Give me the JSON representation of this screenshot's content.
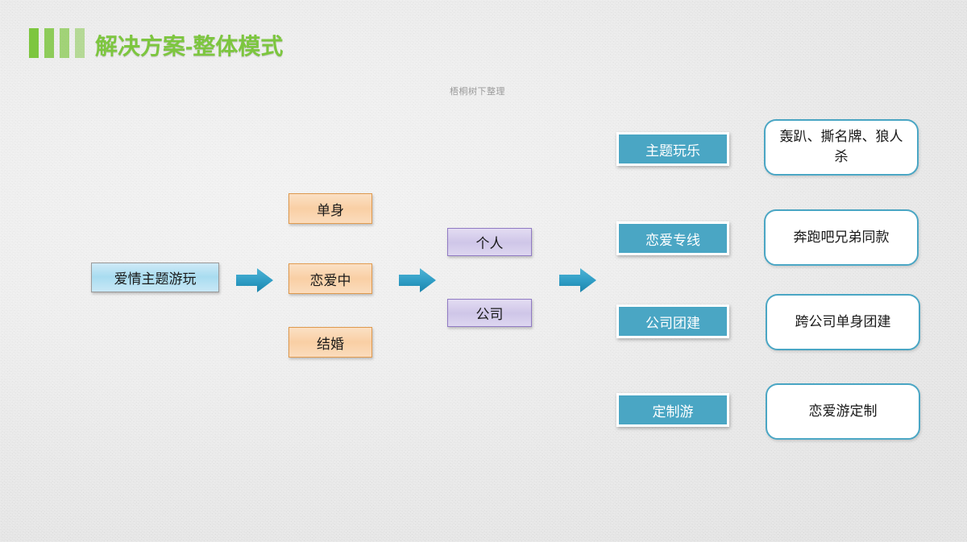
{
  "slide": {
    "title": "解决方案-整体模式",
    "watermark": "梧桐树下整理",
    "accent_green": "#7dc63f",
    "accent_teal": "#4aa6c4",
    "background": "#e9e9e9"
  },
  "flow": {
    "source": {
      "label": "爱情主题游玩",
      "color": "#a8dcf0"
    },
    "stage_status": [
      {
        "label": "单身"
      },
      {
        "label": "恋爱中"
      },
      {
        "label": "结婚"
      }
    ],
    "stage_subject": [
      {
        "label": "个人"
      },
      {
        "label": "公司"
      }
    ],
    "stage_product": [
      {
        "label": "主题玩乐"
      },
      {
        "label": "恋爱专线"
      },
      {
        "label": "公司团建"
      },
      {
        "label": "定制游"
      }
    ],
    "stage_detail": [
      {
        "label": "轰趴、撕名牌、狼人杀"
      },
      {
        "label": "奔跑吧兄弟同款"
      },
      {
        "label": "跨公司单身团建"
      },
      {
        "label": "恋爱游定制"
      }
    ],
    "arrows": [
      {
        "name": "arrow-source-to-status"
      },
      {
        "name": "arrow-status-to-subject"
      },
      {
        "name": "arrow-subject-to-product"
      }
    ]
  }
}
